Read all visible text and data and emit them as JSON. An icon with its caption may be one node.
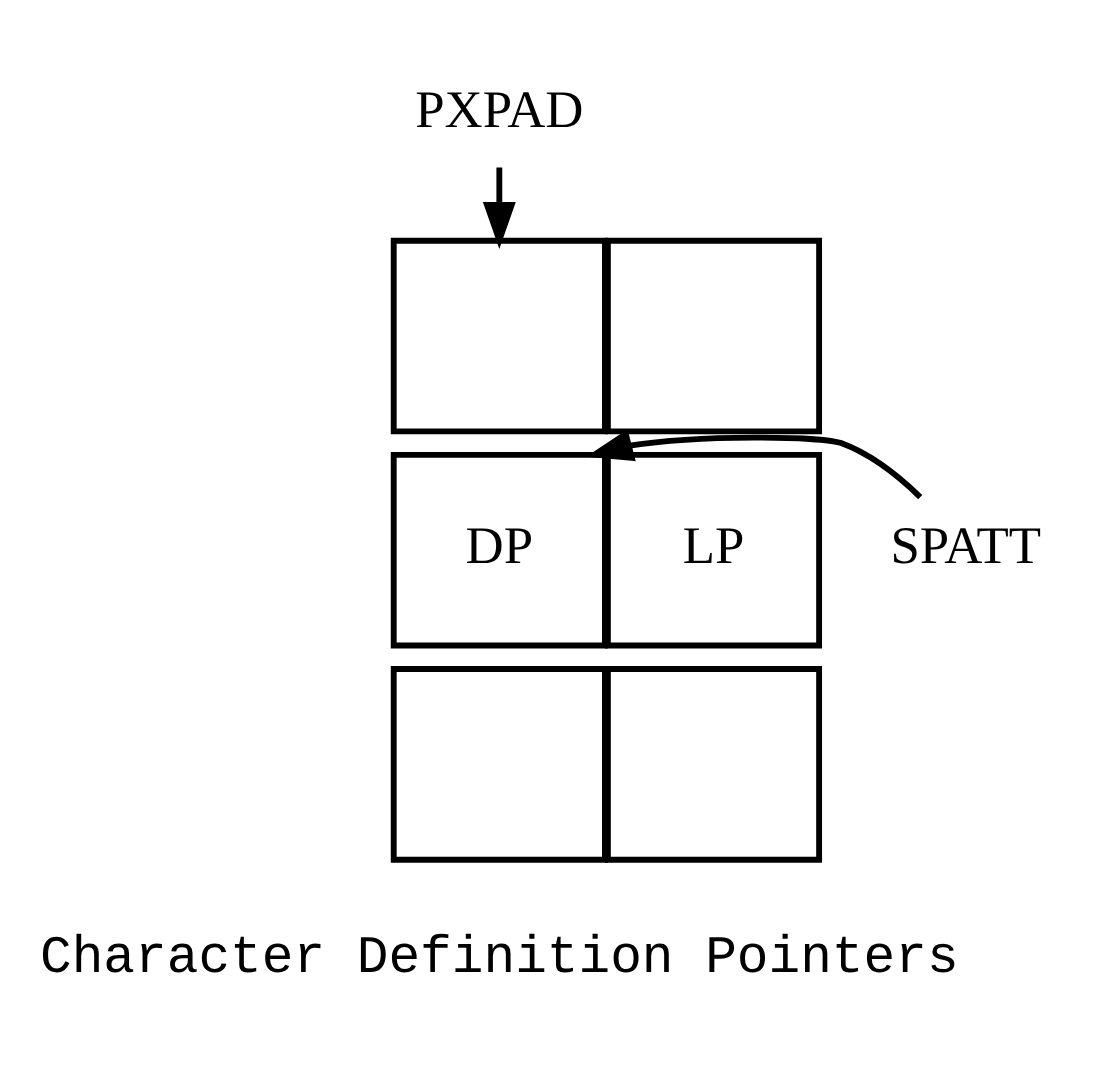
{
  "diagram": {
    "nodes": [
      {
        "text": [
          "PXPAD"
        ]
      },
      {
        "text": [
          "SPATT"
        ]
      },
      {
        "text": [],
        "shape": "box"
      },
      {
        "text": [],
        "shape": "box"
      },
      {
        "text": [
          "DP"
        ]
      },
      {
        "text": [
          "LP"
        ]
      },
      {
        "text": [],
        "shape": "box"
      },
      {
        "text": [],
        "shape": "box"
      }
    ],
    "edges": [
      {
        "from": 0,
        "to": 2,
        "arrow": "to"
      },
      {
        "from": 1,
        "to": 4,
        "arrow": "to"
      }
    ],
    "labels": [
      "Character Definition Pointers"
    ]
  }
}
